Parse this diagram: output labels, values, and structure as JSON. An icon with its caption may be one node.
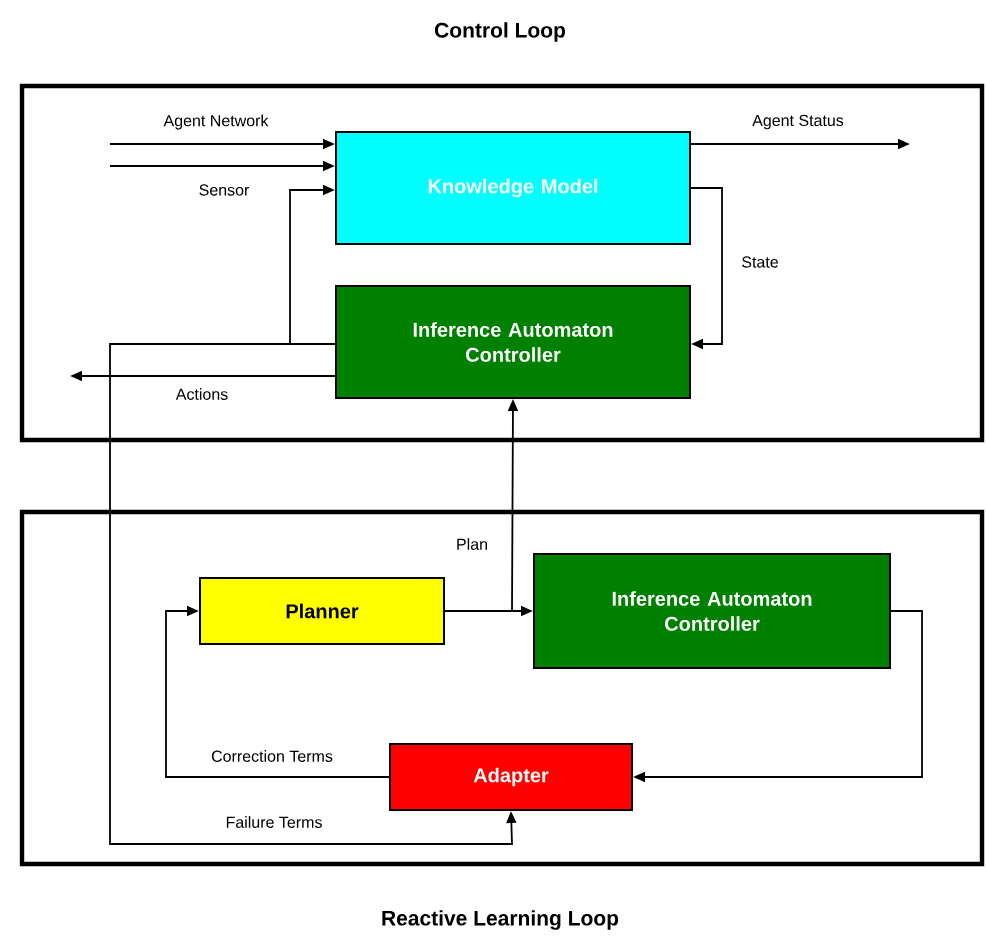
{
  "diagram": {
    "nodes": [
      {
        "text": [
          "Control Loop"
        ]
      },
      {
        "text": [
          "Knowledge Model"
        ],
        "in": 0
      },
      {
        "text": [
          "Inference Automaton Controller"
        ],
        "in": 0
      },
      {
        "text": [
          "Reactive Learning Loop"
        ]
      },
      {
        "text": [
          "Planner"
        ],
        "in": 3
      },
      {
        "text": [
          "Inference Automaton Controller"
        ],
        "in": 3
      },
      {
        "text": [
          "Adapter"
        ],
        "in": 3
      }
    ],
    "edges": [
      {
        "from": null,
        "to": 1,
        "arrow": "to",
        "label": "Agent Network"
      },
      {
        "from": null,
        "to": 1,
        "arrow": "to",
        "label": "Sensor"
      },
      {
        "from": 1,
        "to": null,
        "arrow": "to",
        "label": "Agent Status"
      },
      {
        "from": 1,
        "to": 2,
        "arrow": "to",
        "label": "State"
      },
      {
        "from": 2,
        "to": 1,
        "arrow": "to"
      },
      {
        "from": 2,
        "to": null,
        "arrow": "to",
        "label": "Actions"
      },
      {
        "from": 2,
        "to": 6,
        "arrow": "to",
        "label": "Failure Terms"
      },
      {
        "from": 4,
        "to": 5,
        "arrow": "to"
      },
      {
        "from": 4,
        "to": 2,
        "arrow": "to",
        "label": "Plan"
      },
      {
        "from": 5,
        "to": 6,
        "arrow": "to"
      },
      {
        "from": 6,
        "to": 4,
        "arrow": "to",
        "label": "Correction Terms"
      }
    ]
  }
}
